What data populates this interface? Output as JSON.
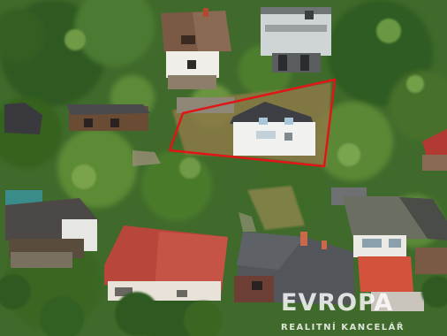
{
  "image": {
    "kind": "aerial-photo",
    "subject": "hillside plot with small white cottage outlined in red",
    "outline_color": "#e01515"
  },
  "watermark": {
    "brand": "EVROPA",
    "tagline": "REALITNÍ KANCELÁŘ"
  }
}
